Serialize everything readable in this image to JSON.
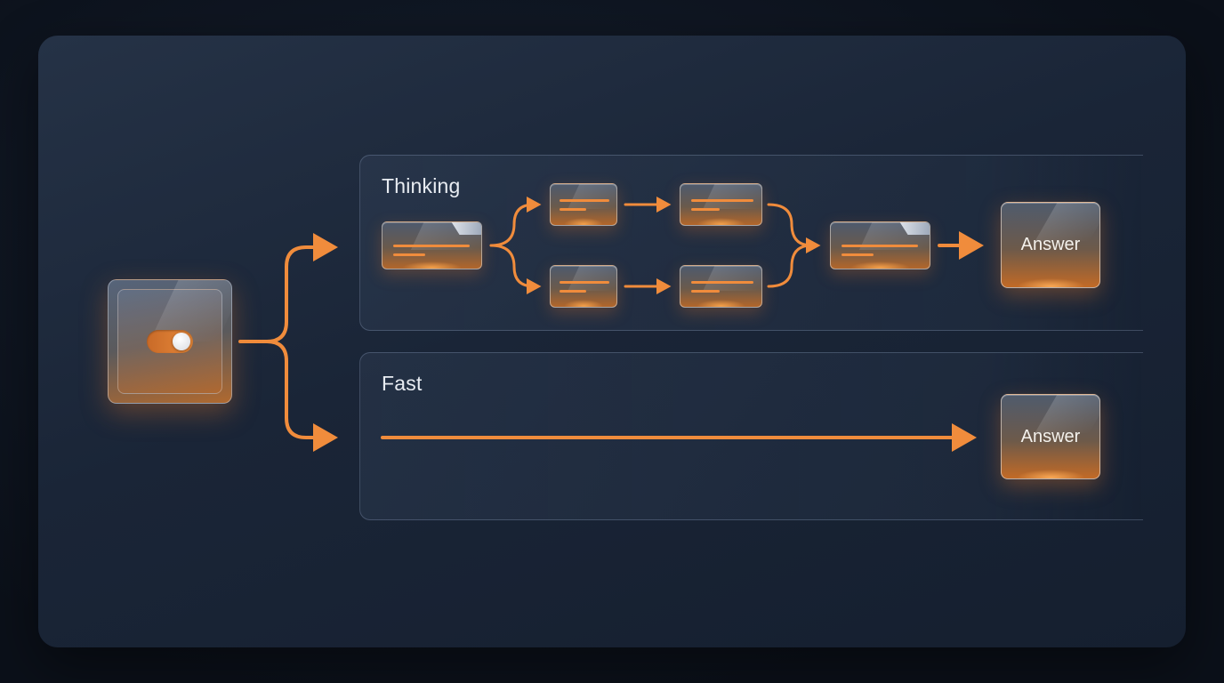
{
  "diagram": {
    "panels": {
      "thinking_label": "Thinking",
      "fast_label": "Fast"
    },
    "outputs": {
      "thinking_answer": "Answer",
      "fast_answer": "Answer"
    },
    "colors": {
      "accent": "#f08c3c",
      "background": "#1a2537",
      "panel_border": "#a0b4d2",
      "text": "#e8ecf2"
    },
    "icons": {
      "mode_switch": "toggle-switch-icon"
    }
  }
}
